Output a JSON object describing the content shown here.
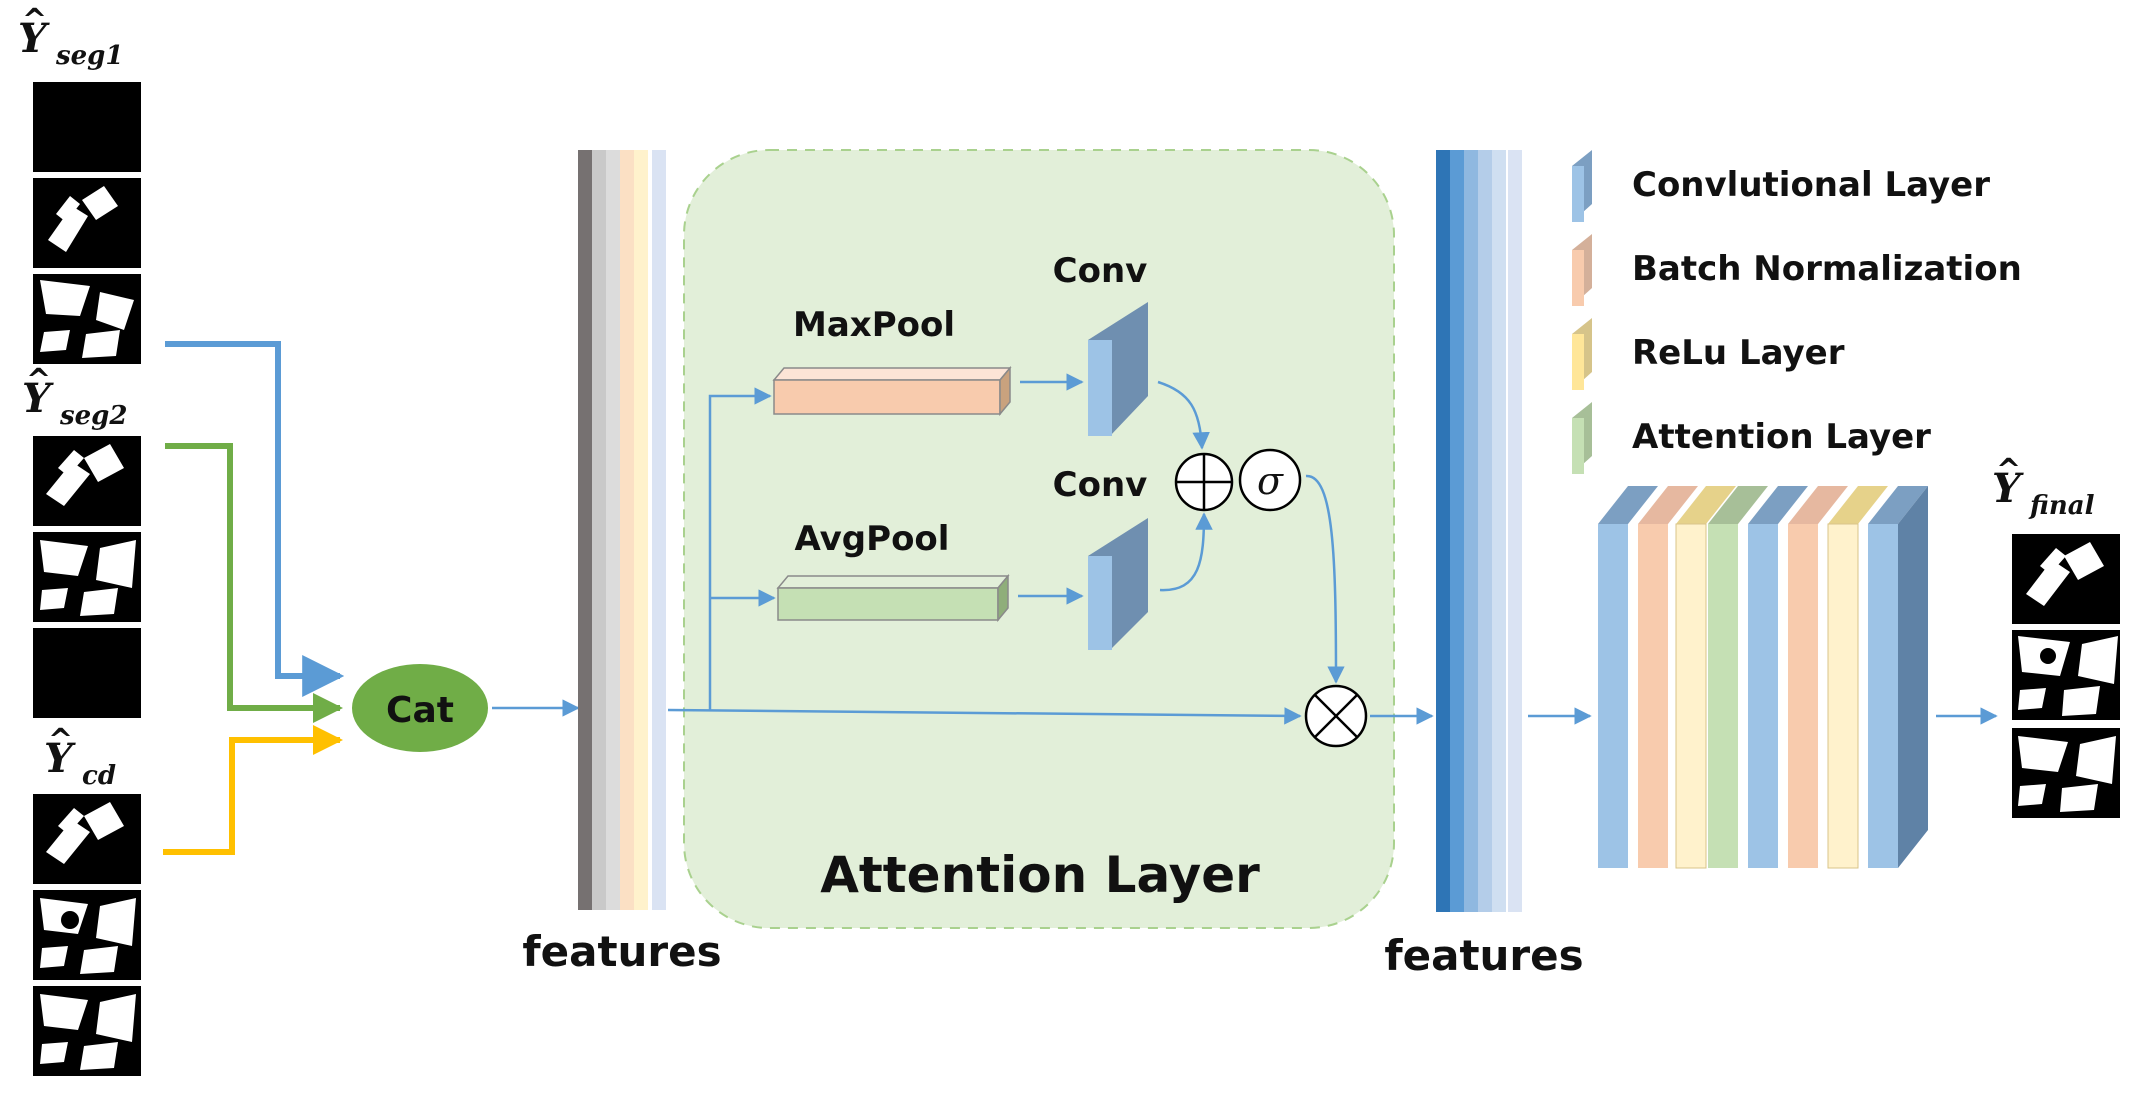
{
  "inputs": {
    "seg1": {
      "symbol": "Y",
      "hat": "^",
      "subscript": "seg1"
    },
    "seg2": {
      "symbol": "Y",
      "hat": "^",
      "subscript": "seg2"
    },
    "cd": {
      "symbol": "Y",
      "hat": "^",
      "subscript": "cd"
    }
  },
  "output": {
    "symbol": "Y",
    "hat": "^",
    "subscript": "final"
  },
  "cat_label": "Cat",
  "features_left": "features",
  "features_right": "features",
  "attention": {
    "title": "Attention Layer",
    "maxpool": "MaxPool",
    "avgpool": "AvgPool",
    "conv_top": "Conv",
    "conv_bottom": "Conv",
    "sigma": "σ"
  },
  "legend": [
    {
      "label": "Convlutional Layer",
      "color": "#9dc3e6"
    },
    {
      "label": "Batch Normalization",
      "color": "#f8cbad"
    },
    {
      "label": "ReLu Layer",
      "color": "#ffe699"
    },
    {
      "label": "Attention Layer",
      "color": "#c5e0b4"
    }
  ],
  "colors": {
    "seg1_line": "#5b9bd5",
    "seg2_line": "#70ad47",
    "cd_line": "#ffc000",
    "cat_fill": "#70ad47",
    "attention_bg": "#e2efd9",
    "flow_arrow": "#5b9bd5"
  }
}
